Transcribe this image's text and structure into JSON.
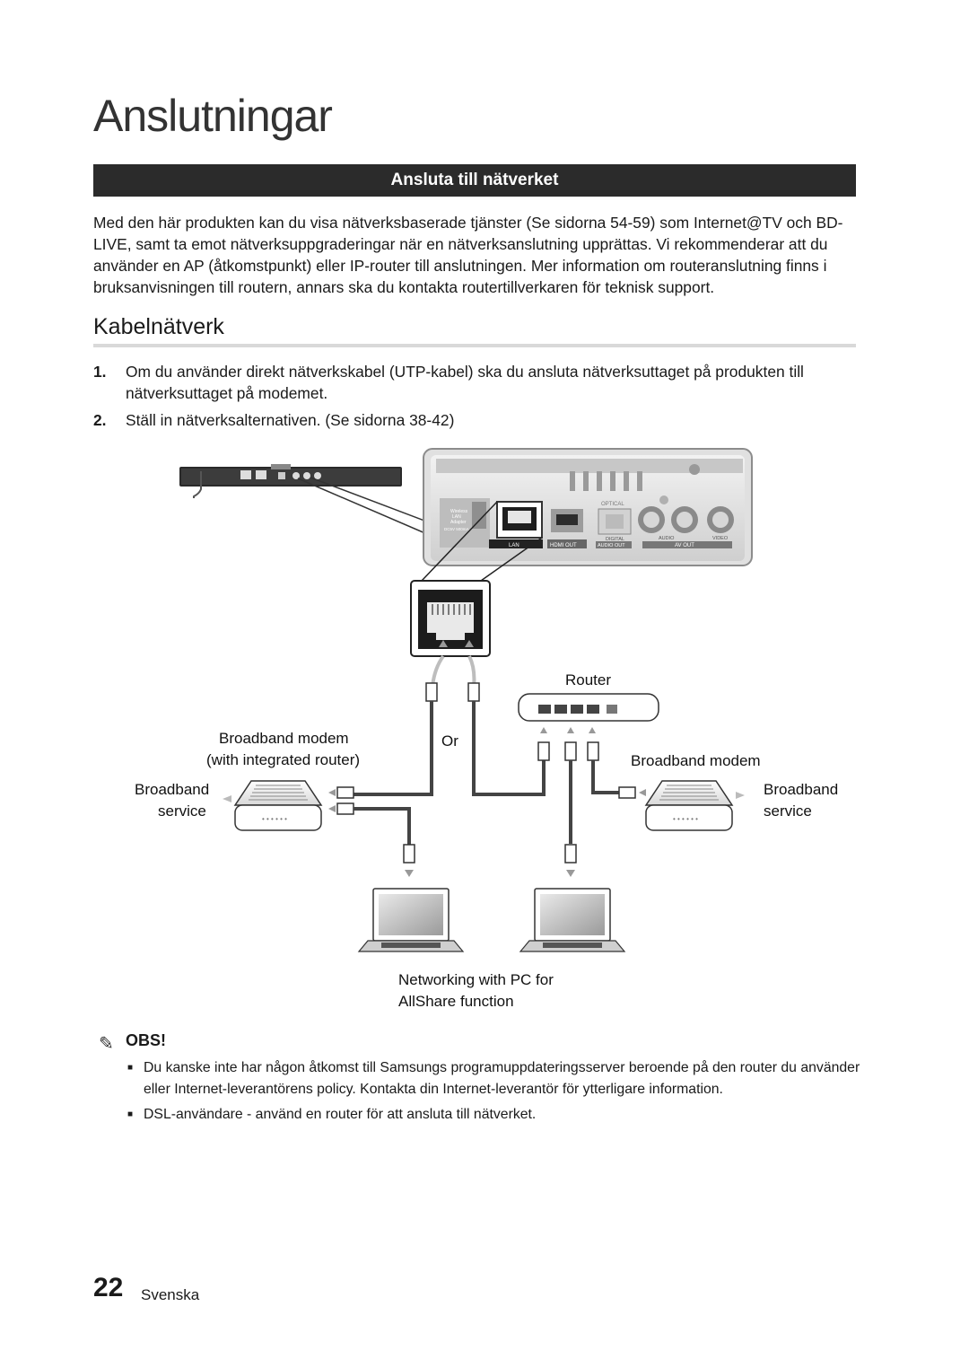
{
  "page": {
    "title": "Anslutningar",
    "section_heading": "Ansluta till nätverket",
    "intro": "Med den här produkten kan du visa nätverksbaserade tjänster (Se sidorna 54-59) som Internet@TV och BD-LIVE, samt ta emot nätverksuppgraderingar när en nätverksanslutning upprättas. Vi rekommenderar att du använder en AP (åtkomstpunkt) eller IP-router till anslutningen. Mer information om routeranslutning finns i bruksanvisningen till routern, annars ska du kontakta routertillverkaren för teknisk support.",
    "subheading": "Kabelnätverk",
    "steps": [
      {
        "num": "1.",
        "text": "Om du använder direkt nätverkskabel (UTP-kabel) ska du ansluta nätverksuttaget på produkten till nätverksuttaget på modemet."
      },
      {
        "num": "2.",
        "text": "Ställ in nätverksalternativen. (Se sidorna 38-42)"
      }
    ]
  },
  "diagram": {
    "panel_labels": {
      "wireless": "Wireless",
      "lan_small": "LAN",
      "adapter": "Adapter",
      "dc": "DC5V 500mA",
      "lan": "LAN",
      "hdmi_out": "HDMI OUT",
      "optical": "OPTICAL",
      "digital": "DIGITAL",
      "audio_out": "AUDIO OUT",
      "audio": "AUDIO",
      "video": "VIDEO",
      "av_out": "AV OUT"
    },
    "labels": {
      "router": "Router",
      "or": "Or",
      "broadband_modem_integrated_1": "Broadband modem",
      "broadband_modem_integrated_2": "(with integrated router)",
      "broadband_modem": "Broadband modem",
      "broadband_left_1": "Broadband",
      "broadband_left_2": "service",
      "broadband_right_1": "Broadband",
      "broadband_right_2": "service",
      "networking_1": "Networking with PC for",
      "networking_2": "AllShare function"
    }
  },
  "obs": {
    "icon": "pencil-icon",
    "title": "OBS!",
    "bullet": "■",
    "notes": [
      "Du kanske inte har någon åtkomst till Samsungs programuppdateringsserver beroende på den router du använder eller Internet-leverantörens policy. Kontakta din Internet-leverantör för ytterligare information.",
      "DSL-användare - använd en router för att ansluta till nätverket."
    ]
  },
  "footer": {
    "page_number": "22",
    "language": "Svenska"
  }
}
